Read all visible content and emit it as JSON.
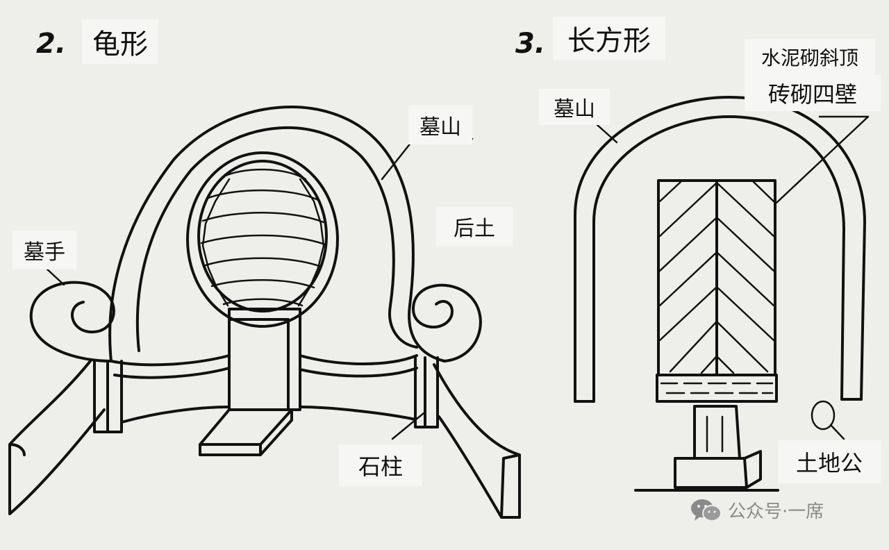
{
  "figure2": {
    "number": "2.",
    "title": "龟形",
    "labels": {
      "tomb_mound": "墓山",
      "tomb_hand": "墓手",
      "back_earth": "后土",
      "stone_pillar": "石柱"
    }
  },
  "figure3": {
    "number": "3.",
    "title": "长方形",
    "labels": {
      "tomb_mound": "墓山",
      "roof_note": "水泥砌斜顶",
      "wall_note": "砖砌四壁",
      "earth_god": "土地公"
    }
  },
  "watermark": {
    "icon": "wechat-icon",
    "text": "公众号·一席"
  }
}
